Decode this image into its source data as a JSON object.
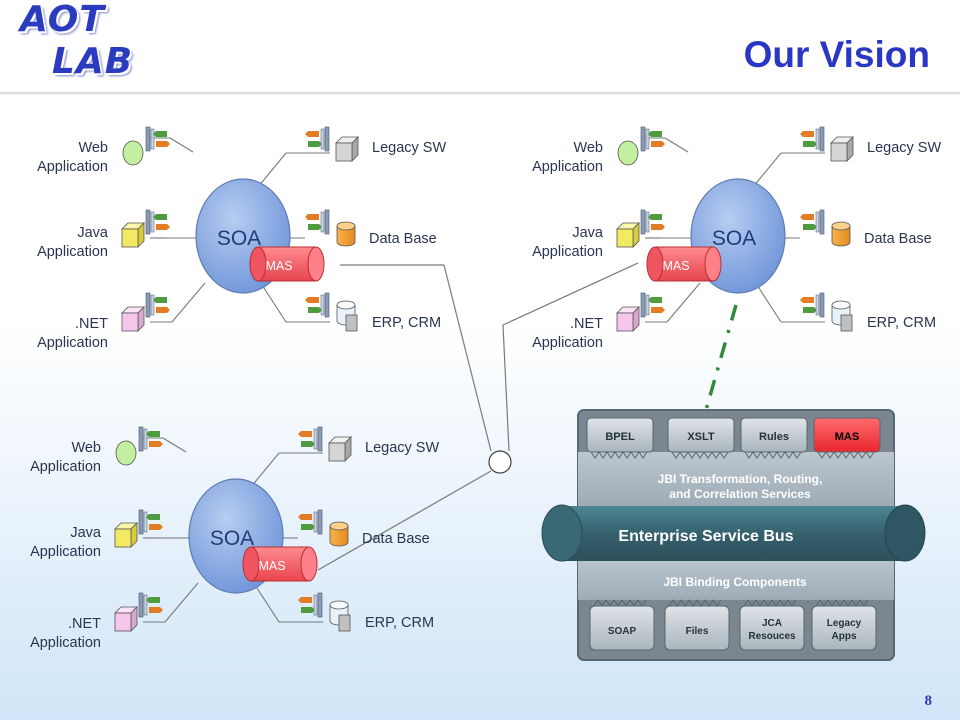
{
  "header": {
    "logo_line1": "AOT",
    "logo_line2": "LAB",
    "title": "Our Vision"
  },
  "soa_clusters": [
    {
      "center_label": "SOA",
      "agent_label": "MAS",
      "left_items": [
        {
          "line1": "Web",
          "line2": "Application",
          "icon": "green-circle-icon"
        },
        {
          "line1": "Java",
          "line2": "Application",
          "icon": "yellow-cube-icon"
        },
        {
          "line1": ".NET",
          "line2": "Application",
          "icon": "pink-cube-icon"
        }
      ],
      "right_items": [
        {
          "label": "Legacy SW",
          "icon": "grey-cube-icon"
        },
        {
          "label": "Data Base",
          "icon": "orange-database-icon"
        },
        {
          "label": "ERP, CRM",
          "icon": "erp-icon"
        }
      ]
    },
    {
      "center_label": "SOA",
      "agent_label": "MAS",
      "left_items": [
        {
          "line1": "Web",
          "line2": "Application",
          "icon": "green-circle-icon"
        },
        {
          "line1": "Java",
          "line2": "Application",
          "icon": "yellow-cube-icon"
        },
        {
          "line1": ".NET",
          "line2": "Application",
          "icon": "pink-cube-icon"
        }
      ],
      "right_items": [
        {
          "label": "Legacy SW",
          "icon": "grey-cube-icon"
        },
        {
          "label": "Data Base",
          "icon": "orange-database-icon"
        },
        {
          "label": "ERP, CRM",
          "icon": "erp-icon"
        }
      ]
    },
    {
      "center_label": "SOA",
      "agent_label": "MAS",
      "left_items": [
        {
          "line1": "Web",
          "line2": "Application",
          "icon": "green-circle-icon"
        },
        {
          "line1": "Java",
          "line2": "Application",
          "icon": "yellow-cube-icon"
        },
        {
          "line1": ".NET",
          "line2": "Application",
          "icon": "pink-cube-icon"
        }
      ],
      "right_items": [
        {
          "label": "Legacy SW",
          "icon": "grey-cube-icon"
        },
        {
          "label": "Data Base",
          "icon": "orange-database-icon"
        },
        {
          "label": "ERP, CRM",
          "icon": "erp-icon"
        }
      ]
    }
  ],
  "esb": {
    "top_boxes": [
      "BPEL",
      "XSLT",
      "Rules",
      "MAS"
    ],
    "transformation_line1": "JBI Transformation, Routing,",
    "transformation_line2": "and Correlation Services",
    "bus_label": "Enterprise Service Bus",
    "binding_label": "JBI Binding Components",
    "bottom_boxes": [
      {
        "line1": "SOAP",
        "line2": ""
      },
      {
        "line1": "Files",
        "line2": ""
      },
      {
        "line1": "JCA",
        "line2": "Resouces"
      },
      {
        "line1": "Legacy",
        "line2": "Apps"
      }
    ]
  },
  "colors": {
    "title": "#2a36c4",
    "soa_fill": "#7fa3e0",
    "mas_fill": "#f2626a",
    "esb_frame": "#6e7b85",
    "esb_bus": "#3f6e7c",
    "esb_highlight_box": "#f03e44",
    "dashed_link": "#2f8a3b"
  },
  "page_number": "8"
}
